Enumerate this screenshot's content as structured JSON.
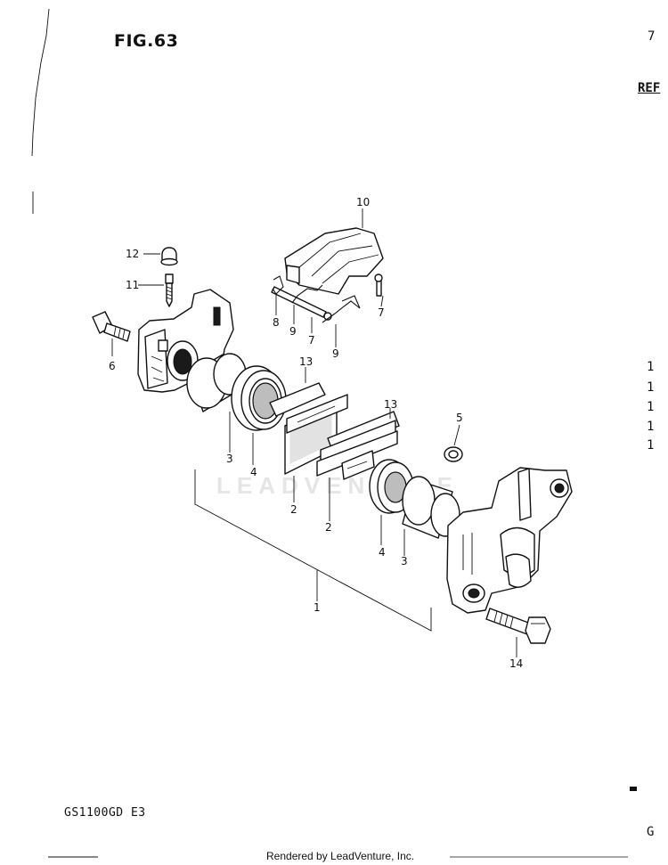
{
  "figure": {
    "title": "FIG.63",
    "page_corner_top": "7",
    "ref_label": "REF",
    "right_column": [
      "1",
      "1",
      "1",
      "1",
      "1"
    ],
    "model_code": "GS1100GD E3",
    "page_corner_bottom": "G",
    "footer": "Rendered by LeadVenture, Inc.",
    "watermark": "LEADVENTURE"
  },
  "callouts": [
    {
      "id": "c1",
      "text": "1"
    },
    {
      "id": "c2a",
      "text": "2"
    },
    {
      "id": "c2b",
      "text": "2"
    },
    {
      "id": "c3a",
      "text": "3"
    },
    {
      "id": "c3b",
      "text": "3"
    },
    {
      "id": "c4a",
      "text": "4"
    },
    {
      "id": "c4b",
      "text": "4"
    },
    {
      "id": "c5",
      "text": "5"
    },
    {
      "id": "c6",
      "text": "6"
    },
    {
      "id": "c7a",
      "text": "7"
    },
    {
      "id": "c7b",
      "text": "7"
    },
    {
      "id": "c8",
      "text": "8"
    },
    {
      "id": "c9a",
      "text": "9"
    },
    {
      "id": "c9b",
      "text": "9"
    },
    {
      "id": "c10",
      "text": "10"
    },
    {
      "id": "c11",
      "text": "11"
    },
    {
      "id": "c12",
      "text": "12"
    },
    {
      "id": "c13a",
      "text": "13"
    },
    {
      "id": "c13b",
      "text": "13"
    },
    {
      "id": "c14",
      "text": "14"
    }
  ]
}
